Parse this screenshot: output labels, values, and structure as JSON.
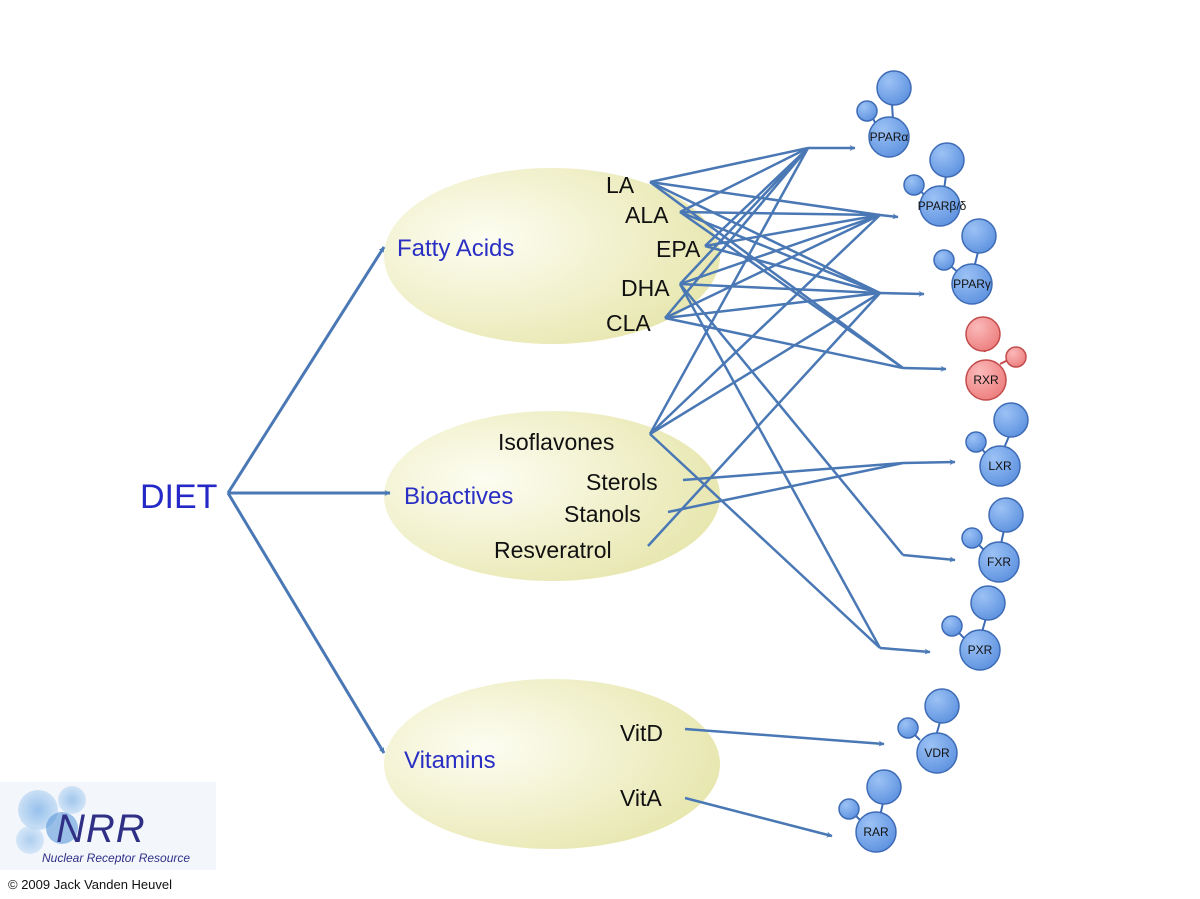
{
  "title": "DIET",
  "categories": [
    {
      "key": "fatty",
      "label": "Fatty Acids",
      "items": [
        "LA",
        "ALA",
        "EPA",
        "DHA",
        "CLA"
      ]
    },
    {
      "key": "bio",
      "label": "Bioactives",
      "items": [
        "Isoflavones",
        "Sterols",
        "Stanols",
        "Resveratrol"
      ]
    },
    {
      "key": "vit",
      "label": "Vitamins",
      "items": [
        "VitD",
        "VitA"
      ]
    }
  ],
  "receptors": [
    {
      "label": "PPARα"
    },
    {
      "label": "PPARβ/δ"
    },
    {
      "label": "PPARγ"
    },
    {
      "label": "RXR"
    },
    {
      "label": "LXR"
    },
    {
      "label": "FXR"
    },
    {
      "label": "PXR"
    },
    {
      "label": "VDR"
    },
    {
      "label": "RAR"
    }
  ],
  "colors": {
    "arrow": "#4a78b5",
    "ellipse": "#ecebb4",
    "receptor": "#6d9ee6",
    "receptor_stroke": "#3e6bb5",
    "rxr": "#f08a8a",
    "rxr_stroke": "#c24b4b",
    "category_text": "#2a2fc4",
    "diet_text": "#2428c6"
  },
  "logo": {
    "mark": "NRR",
    "subtitle": "Nuclear Receptor Resource"
  },
  "copyright": "© 2009 Jack Vanden Heuvel"
}
